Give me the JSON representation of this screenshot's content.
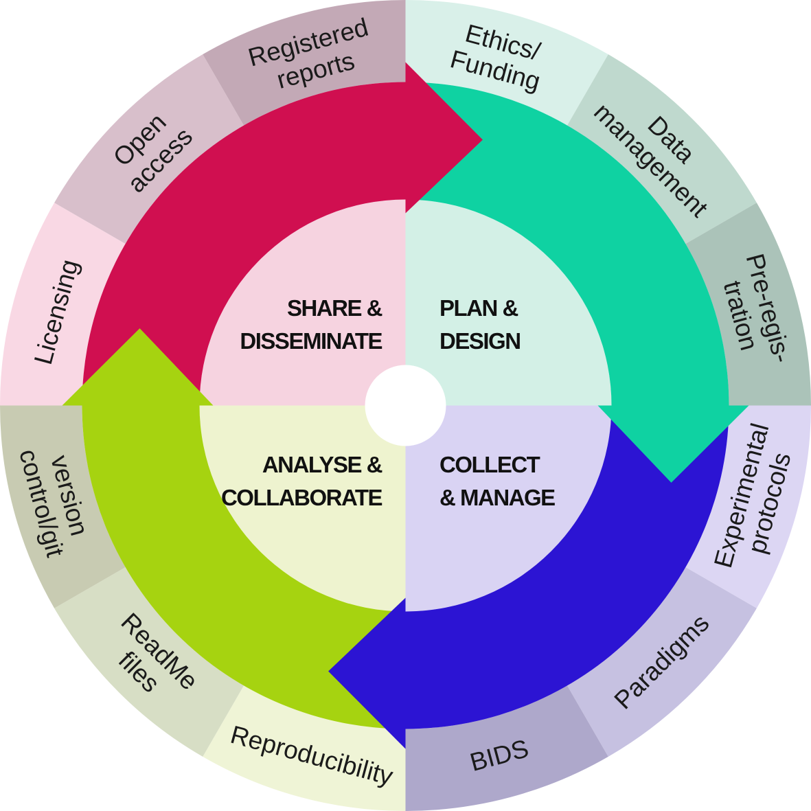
{
  "background": "#ffffff",
  "text_color": "#1a1a1a",
  "center_hub_color": "#ffffff",
  "stages": [
    {
      "id": "plan-design",
      "label_lines": [
        "PLAN &",
        "DESIGN"
      ],
      "quadrant_fill": "#d3f0e6",
      "arrow_color": "#0fd2a2",
      "position": "top-right"
    },
    {
      "id": "collect-manage",
      "label_lines": [
        "COLLECT",
        "& MANAGE"
      ],
      "quadrant_fill": "#d9d3f3",
      "arrow_color": "#2c14d3",
      "position": "bottom-right"
    },
    {
      "id": "analyse-collaborate",
      "label_lines": [
        "ANALYSE &",
        "COLLABORATE"
      ],
      "quadrant_fill": "#eef3cf",
      "arrow_color": "#a6d310",
      "position": "bottom-left"
    },
    {
      "id": "share-disseminate",
      "label_lines": [
        "SHARE &",
        "DISSEMINATE"
      ],
      "quadrant_fill": "#f6d3e0",
      "arrow_color": "#d00f50",
      "position": "top-left"
    }
  ],
  "outer_ring": {
    "segments": [
      {
        "id": "ethics-funding",
        "label_lines": [
          "Ethics/",
          "Funding"
        ],
        "fill": "#d9f0e9"
      },
      {
        "id": "data-management",
        "label_lines": [
          "Data",
          "management"
        ],
        "fill": "#bfd9ce"
      },
      {
        "id": "pre-registration",
        "label_lines": [
          "Pre-regis-",
          "tration"
        ],
        "fill": "#abc3b9"
      },
      {
        "id": "experimental-protocols",
        "label_lines": [
          "Experimental",
          "protocols"
        ],
        "fill": "#dcd6f3"
      },
      {
        "id": "paradigms",
        "label_lines": [
          "Paradigms"
        ],
        "fill": "#c6c1e1"
      },
      {
        "id": "bids",
        "label_lines": [
          "BIDS"
        ],
        "fill": "#aea8cb"
      },
      {
        "id": "reproducibility",
        "label_lines": [
          "Reproducibility"
        ],
        "fill": "#eff4d6"
      },
      {
        "id": "readme-files",
        "label_lines": [
          "ReadMe",
          "files"
        ],
        "fill": "#d7dec5"
      },
      {
        "id": "version-control-git",
        "label_lines": [
          "version",
          "control/git"
        ],
        "fill": "#c8cbb2"
      },
      {
        "id": "licensing",
        "label_lines": [
          "Licensing"
        ],
        "fill": "#f9d8e4"
      },
      {
        "id": "open-access",
        "label_lines": [
          "Open",
          "access"
        ],
        "fill": "#d8bfcb"
      },
      {
        "id": "registered-reports",
        "label_lines": [
          "Registered",
          "reports"
        ],
        "fill": "#c3a9b6"
      }
    ]
  }
}
